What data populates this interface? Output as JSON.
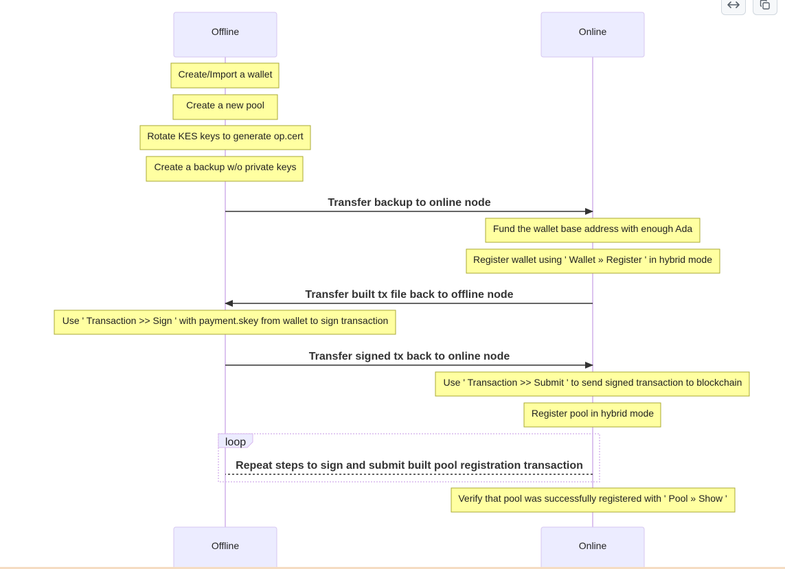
{
  "diagram": {
    "participants": [
      {
        "id": "offline",
        "label": "Offline"
      },
      {
        "id": "online",
        "label": "Online"
      }
    ],
    "notes": [
      {
        "id": "n1",
        "over": "offline",
        "text": "Create/Import a wallet"
      },
      {
        "id": "n2",
        "over": "offline",
        "text": "Create a new pool"
      },
      {
        "id": "n3",
        "over": "offline",
        "text": "Rotate KES keys to generate op.cert"
      },
      {
        "id": "n4",
        "over": "offline",
        "text": "Create a backup w/o private keys"
      },
      {
        "id": "n5",
        "over": "online",
        "text": "Fund the wallet base address with enough Ada"
      },
      {
        "id": "n6",
        "over": "online",
        "text": "Register wallet using ' Wallet » Register ' in hybrid mode"
      },
      {
        "id": "n7",
        "over": "offline",
        "text": "Use ' Transaction >> Sign ' with payment.skey from wallet to sign transaction"
      },
      {
        "id": "n8",
        "over": "online",
        "text": "Use ' Transaction >> Submit ' to send signed transaction to blockchain"
      },
      {
        "id": "n9",
        "over": "online",
        "text": "Register pool in hybrid mode"
      },
      {
        "id": "n10",
        "over": "online",
        "text": "Verify that pool was successfully registered with ' Pool » Show '"
      }
    ],
    "messages": [
      {
        "id": "m1",
        "from": "offline",
        "to": "online",
        "text": "Transfer backup to online node",
        "style": "solid"
      },
      {
        "id": "m2",
        "from": "online",
        "to": "offline",
        "text": "Transfer built tx file back to offline node",
        "style": "solid"
      },
      {
        "id": "m3",
        "from": "offline",
        "to": "online",
        "text": "Transfer signed tx back to online node",
        "style": "solid"
      },
      {
        "id": "m4",
        "from": "online",
        "to": "offline",
        "text": "Repeat steps to sign and submit built pool registration transaction",
        "style": "dashed"
      }
    ],
    "loop": {
      "label": "loop"
    },
    "colors": {
      "actor_fill": "#ECECFF",
      "actor_stroke": "#d6c6f0",
      "lifeline": "#dcc4ef",
      "note_fill": "#ffffa1",
      "note_stroke": "#aaaa33",
      "arrow": "#333333",
      "loop_stroke": "#d9b8ee",
      "text": "#222222"
    }
  },
  "toolbar": {
    "expand_icon": "expand-icon",
    "copy_icon": "copy-icon"
  }
}
